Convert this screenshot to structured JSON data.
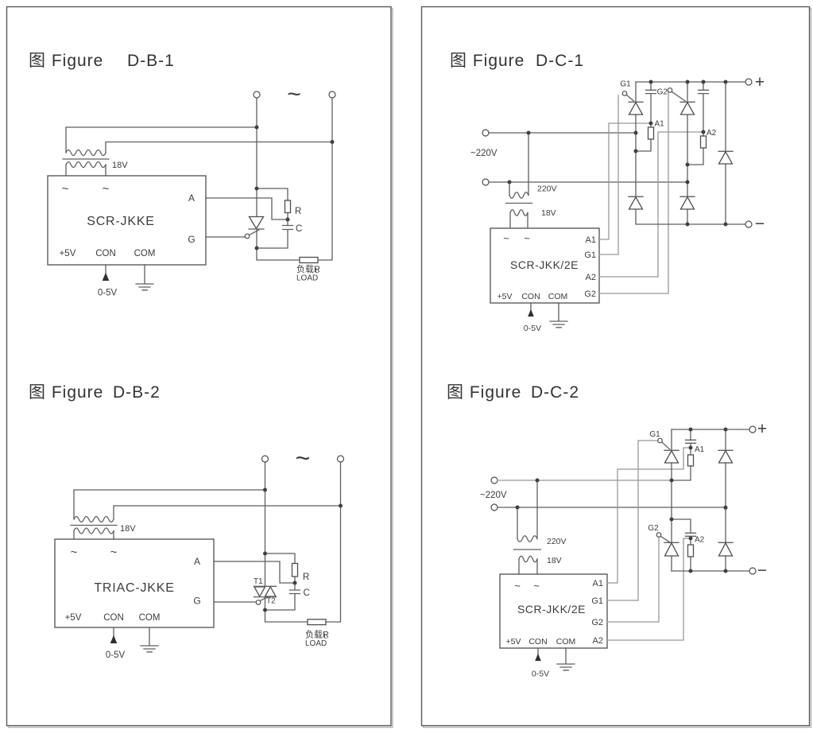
{
  "figures": {
    "db1": {
      "title_prefix": "图 Figure",
      "title_id": "D-B-1",
      "module": "SCR-JKKE",
      "pin_ac1": "~",
      "pin_ac2": "~",
      "pin_a": "A",
      "pin_g": "G",
      "pin_5v": "+5V",
      "pin_con": "CON",
      "pin_com": "COM",
      "transformer_voltage": "18V",
      "control_voltage": "0-5V",
      "ac_symbol": "~",
      "resistor": "R",
      "capacitor": "C",
      "load_label_cn": "负载R",
      "load_label_sub": "L",
      "load_label_en": "LOAD"
    },
    "db2": {
      "title_prefix": "图 Figure",
      "title_id": "D-B-2",
      "module": "TRIAC-JKKE",
      "pin_ac1": "~",
      "pin_ac2": "~",
      "pin_a": "A",
      "pin_g": "G",
      "pin_5v": "+5V",
      "pin_con": "CON",
      "pin_com": "COM",
      "transformer_voltage": "18V",
      "control_voltage": "0-5V",
      "ac_symbol": "~",
      "t1": "T1",
      "t2": "T2",
      "resistor": "R",
      "capacitor": "C",
      "load_label_cn": "负载R",
      "load_label_sub": "L",
      "load_label_en": "LOAD"
    },
    "dc1": {
      "title_prefix": "图 Figure",
      "title_id": "D-C-1",
      "module": "SCR-JKK/2E",
      "mains_voltage": "~220V",
      "primary_voltage": "220V",
      "secondary_voltage": "18V",
      "pin_ac1": "~",
      "pin_ac2": "~",
      "pin_a1": "A1",
      "pin_g1": "G1",
      "pin_a2": "A2",
      "pin_g2": "G2",
      "pin_5v": "+5V",
      "pin_con": "CON",
      "pin_com": "COM",
      "control_voltage": "0-5V",
      "node_g1": "G1",
      "node_g2": "G2",
      "node_a1": "A1",
      "node_a2": "A2",
      "output_plus": "+",
      "output_minus": "−"
    },
    "dc2": {
      "title_prefix": "图 Figure",
      "title_id": "D-C-2",
      "module": "SCR-JKK/2E",
      "mains_voltage": "~220V",
      "primary_voltage": "220V",
      "secondary_voltage": "18V",
      "pin_ac1": "~",
      "pin_ac2": "~",
      "pin_a1": "A1",
      "pin_g1": "G1",
      "pin_g2": "G2",
      "pin_a2": "A2",
      "pin_5v": "+5V",
      "pin_con": "CON",
      "pin_com": "COM",
      "control_voltage": "0-5V",
      "node_g1": "G1",
      "node_g2": "G2",
      "node_a1": "A1",
      "node_a2": "A2",
      "output_plus": "+",
      "output_minus": "−"
    }
  }
}
